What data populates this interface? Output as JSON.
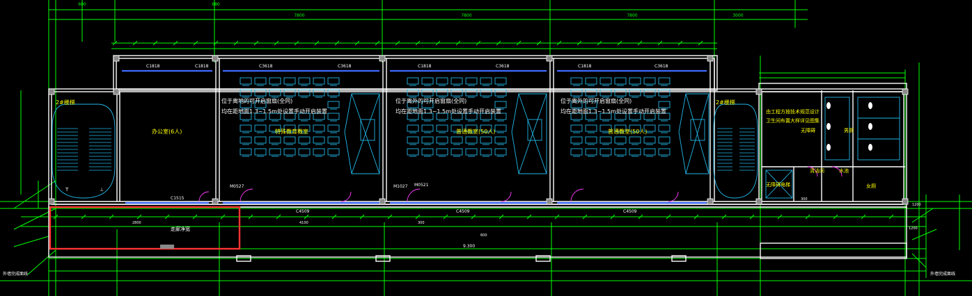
{
  "drawing": {
    "colors": {
      "background": "#000000",
      "grid": "#00ff00",
      "wall": "#ffffff",
      "window": "#3f6bff",
      "furniture": "#22b7e8",
      "annotation": "#ffff00",
      "highlight": "#ff3333",
      "door": "#ff3dff"
    },
    "top_dims": [
      "600",
      "680",
      "7800",
      "7800",
      "7800",
      "3000"
    ],
    "window_tags": [
      "C1818",
      "C1818",
      "C3618",
      "C3618",
      "C1818",
      "C3618",
      "C1818",
      "C3618"
    ],
    "bottom_tags": [
      "C4509",
      "C4509",
      "C4509",
      "C1515",
      "M0527",
      "M0521",
      "M1027"
    ],
    "rooms": {
      "office": "办公室(6人)",
      "stair_left": "2#楼梯",
      "stair_right": "2#楼梯",
      "classroom_special": "特殊教育教室",
      "classroom_1": "普通教室(50人)",
      "classroom_2": "普通教室(50人)",
      "corridor_red": "走廊净宽",
      "elevator": "无障碍电梯",
      "toilet_m": "男厕",
      "toilet_f": "女厕",
      "accessible_wc": "无障碍",
      "storage": "清洁间",
      "sink": "水池"
    },
    "notes": {
      "cls1_a": "位于离地的可开启窗扇(全同)",
      "cls1_b": "均在距地面1.3~1.5m处设置手动开启装置",
      "cls2_a": "位于离外的可开启窗扇(全同)",
      "cls2_b": "均在距地面1.3~1.5m处设置手动开启装置",
      "cls3_a": "位于离外的可开启窗扇(全同)",
      "cls3_b": "均在距地面1.3~1.5m处设置手动开启装置",
      "right_a": "由工程方按技术规范设计",
      "right_b": "卫生间布置大样详见图集",
      "stair_mark_up": "T",
      "stair_mark_down": "⊥"
    },
    "side_labels": {
      "left_bottom": "外墙完成面线",
      "right_bottom": "外墙完成面线"
    },
    "small_dims": [
      "2800",
      "4100",
      "300",
      "1200",
      "1200",
      "300",
      "600",
      "9.300"
    ]
  }
}
